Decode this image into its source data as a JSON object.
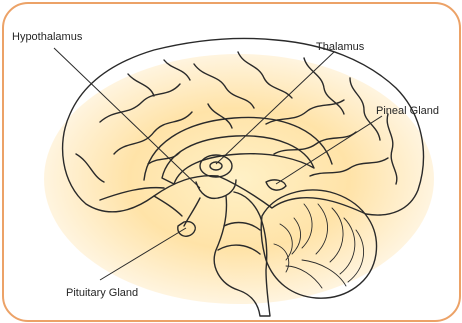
{
  "labels": {
    "hypothalamus": "Hypothalamus",
    "thalamus": "Thalamus",
    "pineal_gland": "Pineal Gland",
    "pituitary_gland": "Pituitary Gland"
  },
  "colors": {
    "frame_border": "#eca267",
    "glow": "#ffe3a8",
    "outline": "#2a2a2a"
  }
}
